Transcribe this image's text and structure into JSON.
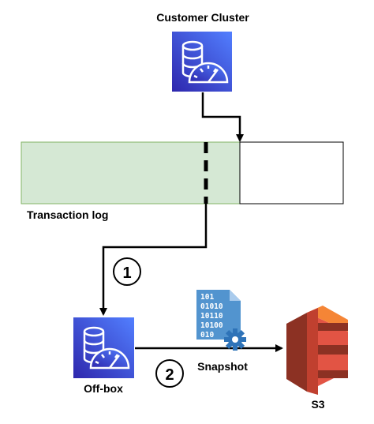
{
  "labels": {
    "customer_cluster": "Customer Cluster",
    "transaction_log": "Transaction log",
    "off_box": "Off-box",
    "snapshot": "Snapshot",
    "s3": "S3"
  },
  "steps": [
    "1",
    "2"
  ],
  "snapshot_file_bits": [
    "101",
    "01010",
    "10110",
    "10100",
    "010"
  ],
  "colors": {
    "db_icon_bg": "#3b48cc",
    "log_fill": "#d5e8d4",
    "log_border": "#82b366",
    "s3_red": "#e25444",
    "s3_dark": "#8c3123",
    "file_blue": "#5294cf",
    "gear_blue": "#2e73b8"
  },
  "icons": {
    "customer_cluster": "database-icon",
    "off_box": "database-icon",
    "snapshot": "binary-file-icon",
    "s3": "s3-bucket-icon"
  }
}
